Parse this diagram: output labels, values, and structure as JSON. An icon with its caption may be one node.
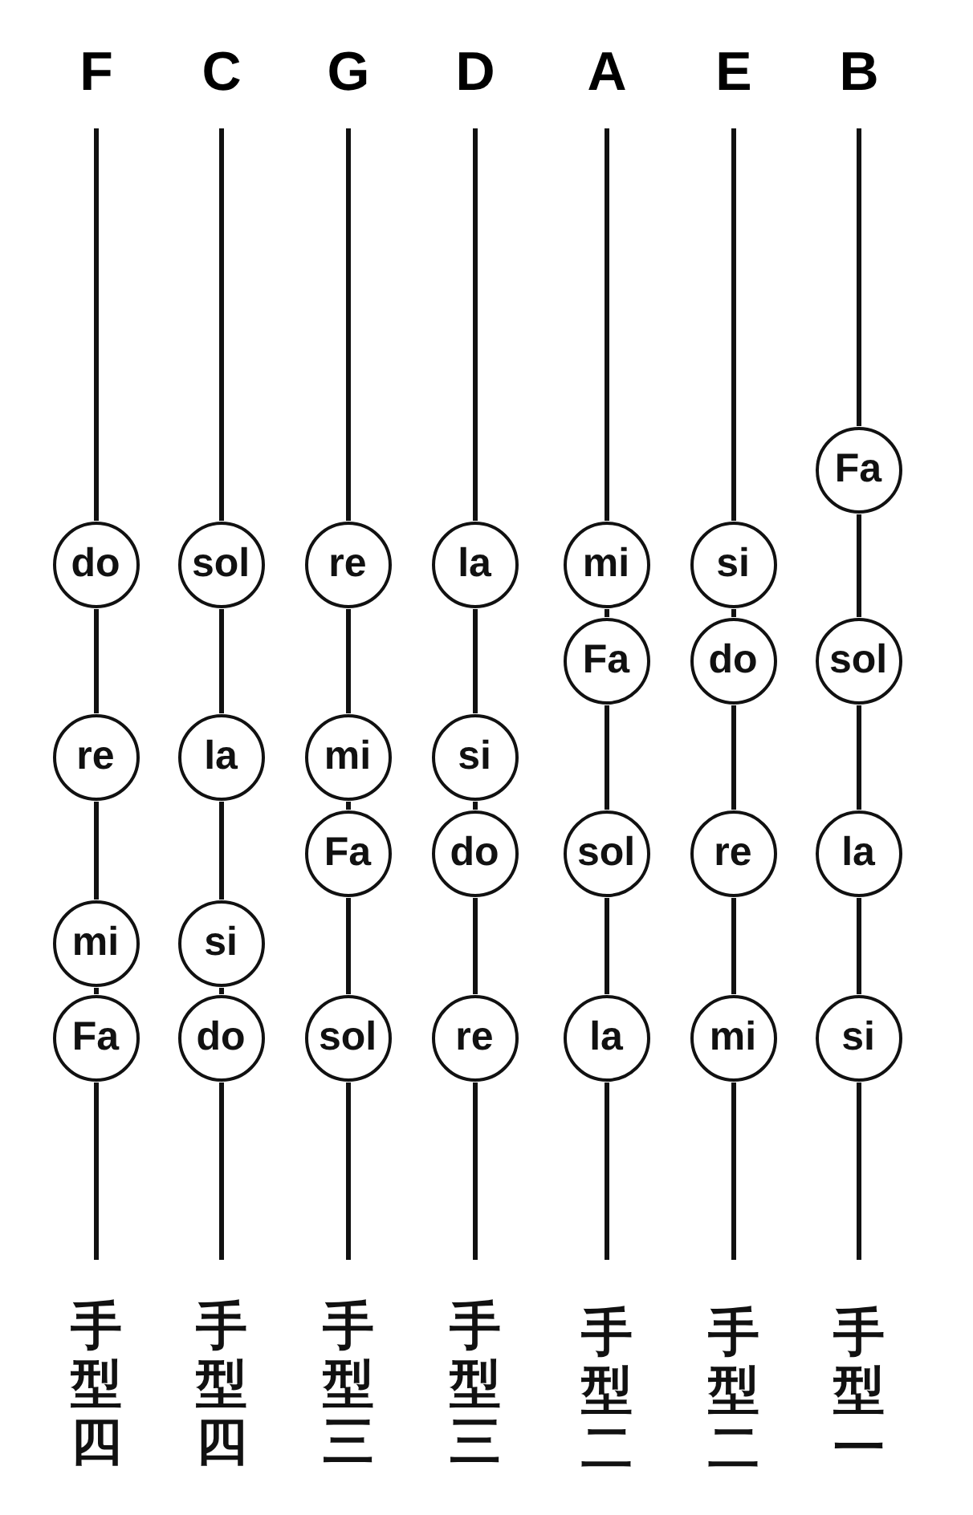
{
  "diagram": {
    "nodes": [
      {
        "text": [
          "F"
        ]
      },
      {
        "text": [
          "do"
        ]
      },
      {
        "text": [
          "re"
        ]
      },
      {
        "text": [
          "mi"
        ]
      },
      {
        "text": [
          "Fa"
        ]
      },
      {
        "text": [
          "C"
        ]
      },
      {
        "text": [
          "sol"
        ]
      },
      {
        "text": [
          "la"
        ]
      },
      {
        "text": [
          "si"
        ]
      },
      {
        "text": [
          "do"
        ]
      },
      {
        "text": [
          "G"
        ]
      },
      {
        "text": [
          "re"
        ]
      },
      {
        "text": [
          "mi"
        ]
      },
      {
        "text": [
          "Fa"
        ]
      },
      {
        "text": [
          "sol"
        ]
      },
      {
        "text": [
          "D"
        ]
      },
      {
        "text": [
          "la"
        ]
      },
      {
        "text": [
          "si"
        ]
      },
      {
        "text": [
          "do"
        ]
      },
      {
        "text": [
          "re"
        ]
      },
      {
        "text": [
          "A"
        ]
      },
      {
        "text": [
          "mi"
        ]
      },
      {
        "text": [
          "Fa"
        ]
      },
      {
        "text": [
          "sol"
        ]
      },
      {
        "text": [
          "la"
        ]
      },
      {
        "text": [
          "E"
        ]
      },
      {
        "text": [
          "si"
        ]
      },
      {
        "text": [
          "do"
        ]
      },
      {
        "text": [
          "re"
        ]
      },
      {
        "text": [
          "mi"
        ]
      },
      {
        "text": [
          "B"
        ]
      },
      {
        "text": [
          "Fa"
        ]
      },
      {
        "text": [
          "sol"
        ]
      },
      {
        "text": [
          "la"
        ]
      },
      {
        "text": [
          "si"
        ]
      }
    ],
    "edges": [
      {
        "from": 0,
        "to": 1,
        "arrow": "none"
      },
      {
        "from": 1,
        "to": 2,
        "arrow": "none"
      },
      {
        "from": 2,
        "to": 3,
        "arrow": "none"
      },
      {
        "from": 3,
        "to": 4,
        "arrow": "none"
      },
      {
        "from": 4,
        "to": null,
        "arrow": "none"
      },
      {
        "from": 5,
        "to": 6,
        "arrow": "none"
      },
      {
        "from": 6,
        "to": 7,
        "arrow": "none"
      },
      {
        "from": 7,
        "to": 8,
        "arrow": "none"
      },
      {
        "from": 8,
        "to": 9,
        "arrow": "none"
      },
      {
        "from": 9,
        "to": null,
        "arrow": "none"
      },
      {
        "from": 10,
        "to": 11,
        "arrow": "none"
      },
      {
        "from": 11,
        "to": 12,
        "arrow": "none"
      },
      {
        "from": 12,
        "to": 13,
        "arrow": "none"
      },
      {
        "from": 13,
        "to": 14,
        "arrow": "none"
      },
      {
        "from": 14,
        "to": null,
        "arrow": "none"
      },
      {
        "from": 15,
        "to": 16,
        "arrow": "none"
      },
      {
        "from": 16,
        "to": 17,
        "arrow": "none"
      },
      {
        "from": 17,
        "to": 18,
        "arrow": "none"
      },
      {
        "from": 18,
        "to": 19,
        "arrow": "none"
      },
      {
        "from": 19,
        "to": null,
        "arrow": "none"
      },
      {
        "from": 20,
        "to": 21,
        "arrow": "none"
      },
      {
        "from": 21,
        "to": 22,
        "arrow": "none"
      },
      {
        "from": 22,
        "to": 23,
        "arrow": "none"
      },
      {
        "from": 23,
        "to": 24,
        "arrow": "none"
      },
      {
        "from": 24,
        "to": null,
        "arrow": "none"
      },
      {
        "from": 25,
        "to": 26,
        "arrow": "none"
      },
      {
        "from": 26,
        "to": 27,
        "arrow": "none"
      },
      {
        "from": 27,
        "to": 28,
        "arrow": "none"
      },
      {
        "from": 28,
        "to": 29,
        "arrow": "none"
      },
      {
        "from": 29,
        "to": null,
        "arrow": "none"
      },
      {
        "from": 30,
        "to": 31,
        "arrow": "none"
      },
      {
        "from": 31,
        "to": 32,
        "arrow": "none"
      },
      {
        "from": 32,
        "to": 33,
        "arrow": "none"
      },
      {
        "from": 33,
        "to": 34,
        "arrow": "none"
      },
      {
        "from": 34,
        "to": null,
        "arrow": "none"
      }
    ],
    "labels": [
      "手型四",
      "手型四",
      "手型三",
      "手型三",
      "手型二",
      "手型二",
      "手型一"
    ]
  }
}
